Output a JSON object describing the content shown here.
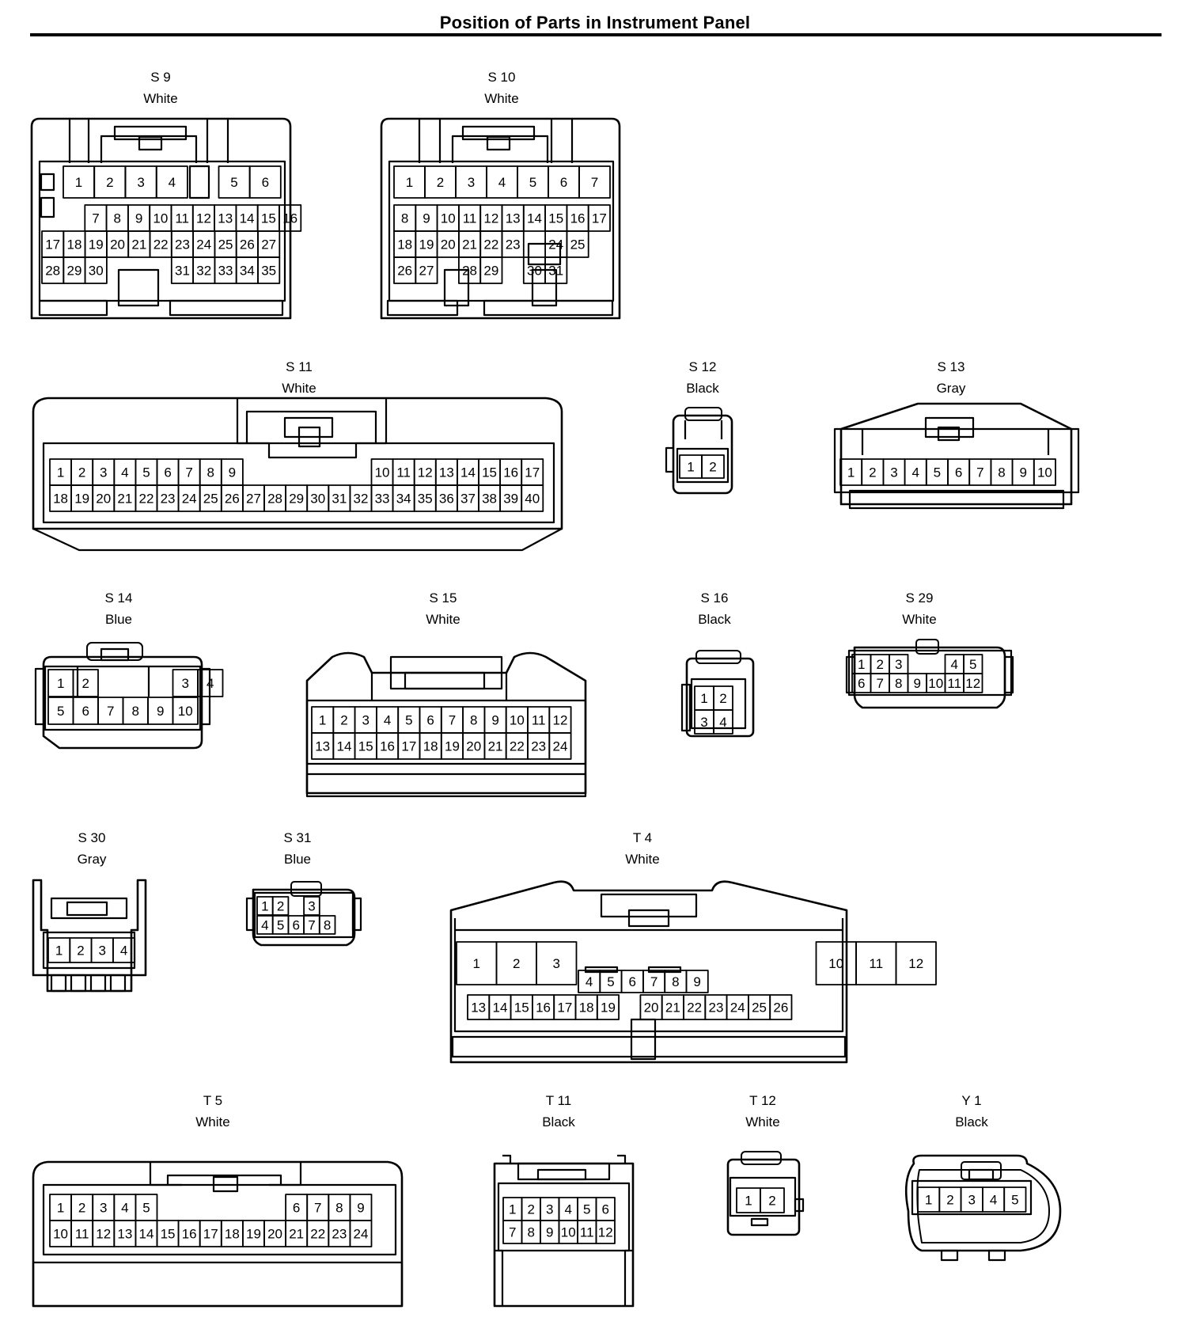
{
  "title": "Position of Parts in Instrument Panel",
  "connectors": [
    {
      "id": "S 9",
      "color": "White",
      "rows": [
        [
          "1",
          "2",
          "3",
          "4",
          "",
          "5",
          "6"
        ],
        [
          "",
          "7",
          "8",
          "9",
          "10",
          "11",
          "12",
          "13",
          "14",
          "15",
          "16"
        ],
        [
          "17",
          "18",
          "19",
          "20",
          "21",
          "22",
          "23",
          "24",
          "25",
          "26",
          "27"
        ],
        [
          "28",
          "29",
          "30",
          "",
          "",
          "",
          "31",
          "32",
          "33",
          "34",
          "35"
        ]
      ]
    },
    {
      "id": "S 10",
      "color": "White",
      "rows": [
        [
          "1",
          "2",
          "3",
          "4",
          "5",
          "6",
          "7"
        ],
        [
          "8",
          "9",
          "10",
          "11",
          "12",
          "13",
          "14",
          "15",
          "16",
          "17"
        ],
        [
          "18",
          "19",
          "20",
          "21",
          "22",
          "23",
          "",
          "24",
          "25"
        ],
        [
          "26",
          "27",
          "",
          "28",
          "29",
          "",
          "30",
          "31"
        ]
      ]
    },
    {
      "id": "S 11",
      "color": "White",
      "rows": [
        [
          "1",
          "2",
          "3",
          "4",
          "5",
          "6",
          "7",
          "8",
          "9",
          "",
          "",
          "",
          "",
          "",
          "",
          "10",
          "11",
          "12",
          "13",
          "14",
          "15",
          "16",
          "17"
        ],
        [
          "18",
          "19",
          "20",
          "21",
          "22",
          "23",
          "24",
          "25",
          "26",
          "27",
          "28",
          "29",
          "30",
          "31",
          "32",
          "33",
          "34",
          "35",
          "36",
          "37",
          "38",
          "39",
          "40"
        ]
      ]
    },
    {
      "id": "S 12",
      "color": "Black",
      "rows": [
        [
          "1",
          "2"
        ]
      ]
    },
    {
      "id": "S 13",
      "color": "Gray",
      "rows": [
        [
          "1",
          "2",
          "3",
          "4",
          "5",
          "6",
          "7",
          "8",
          "9",
          "10"
        ]
      ]
    },
    {
      "id": "S 14",
      "color": "Blue",
      "rows": [
        [
          "1",
          "2",
          "",
          "",
          "",
          "3",
          "4"
        ],
        [
          "5",
          "6",
          "7",
          "8",
          "9",
          "10"
        ]
      ]
    },
    {
      "id": "S 15",
      "color": "White",
      "rows": [
        [
          "1",
          "2",
          "3",
          "4",
          "5",
          "6",
          "7",
          "8",
          "9",
          "10",
          "11",
          "12"
        ],
        [
          "13",
          "14",
          "15",
          "16",
          "17",
          "18",
          "19",
          "20",
          "21",
          "22",
          "23",
          "24"
        ]
      ]
    },
    {
      "id": "S 16",
      "color": "Black",
      "rows": [
        [
          "1",
          "2"
        ],
        [
          "3",
          "4"
        ]
      ]
    },
    {
      "id": "S 29",
      "color": "White",
      "rows": [
        [
          "1",
          "2",
          "3",
          "",
          "",
          "4",
          "5"
        ],
        [
          "6",
          "7",
          "8",
          "9",
          "10",
          "11",
          "12"
        ]
      ]
    },
    {
      "id": "S 30",
      "color": "Gray",
      "rows": [
        [
          "1",
          "2",
          "3",
          "4"
        ]
      ]
    },
    {
      "id": "S 31",
      "color": "Blue",
      "rows": [
        [
          "1",
          "2",
          "",
          "3"
        ],
        [
          "4",
          "5",
          "6",
          "7",
          "8"
        ]
      ]
    },
    {
      "id": "T 4",
      "color": "White",
      "rows": [
        [
          "1",
          "2",
          "3",
          "",
          "",
          "",
          "",
          "",
          "",
          "10",
          "11",
          "12"
        ],
        [
          "4",
          "5",
          "6",
          "7",
          "8",
          "9"
        ],
        [
          "13",
          "14",
          "15",
          "16",
          "17",
          "18",
          "19",
          "",
          "20",
          "21",
          "22",
          "23",
          "24",
          "25",
          "26"
        ]
      ]
    },
    {
      "id": "T 5",
      "color": "White",
      "rows": [
        [
          "1",
          "2",
          "3",
          "4",
          "5",
          "",
          "",
          "",
          "",
          "",
          "",
          "6",
          "7",
          "8",
          "9"
        ],
        [
          "10",
          "11",
          "12",
          "13",
          "14",
          "15",
          "16",
          "17",
          "18",
          "19",
          "20",
          "21",
          "22",
          "23",
          "24"
        ]
      ]
    },
    {
      "id": "T 11",
      "color": "Black",
      "rows": [
        [
          "1",
          "2",
          "3",
          "4",
          "5",
          "6"
        ],
        [
          "7",
          "8",
          "9",
          "10",
          "11",
          "12"
        ]
      ]
    },
    {
      "id": "T 12",
      "color": "White",
      "rows": [
        [
          "1",
          "2"
        ]
      ]
    },
    {
      "id": "Y 1",
      "color": "Black",
      "rows": [
        [
          "1",
          "2",
          "3",
          "4",
          "5"
        ]
      ]
    }
  ]
}
